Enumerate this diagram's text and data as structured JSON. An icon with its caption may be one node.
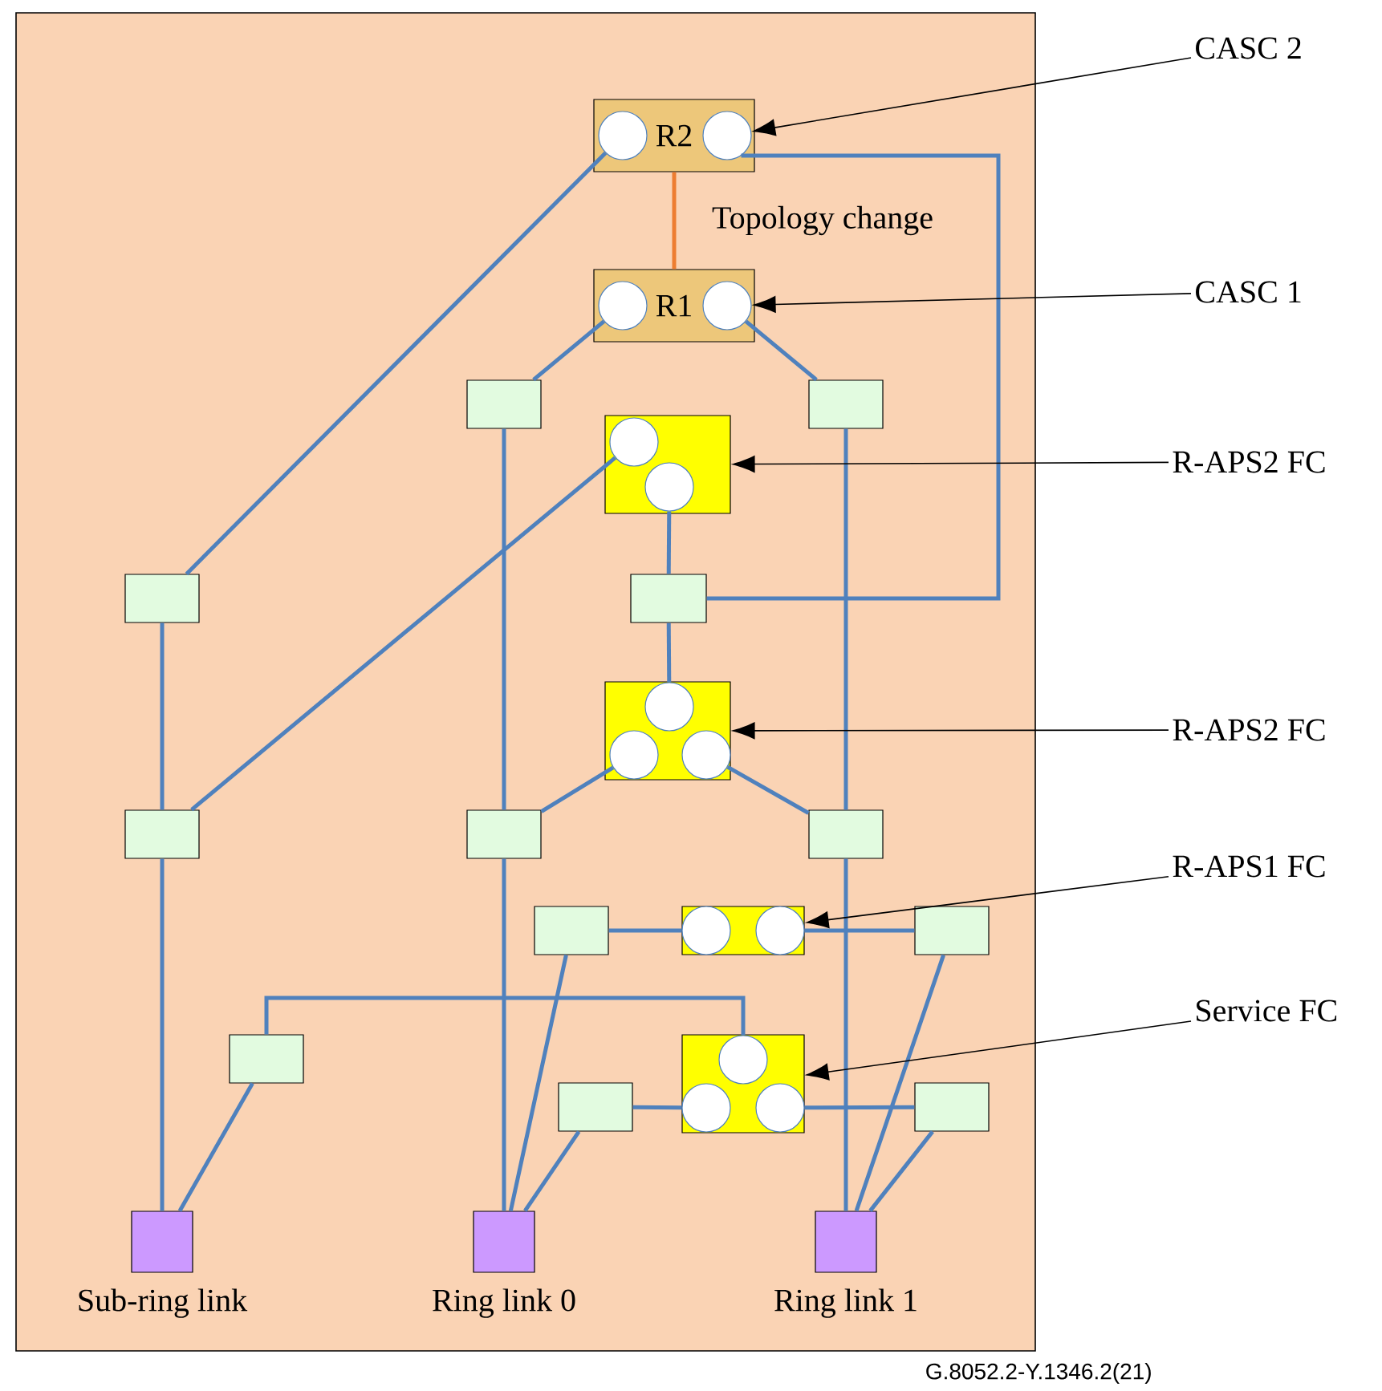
{
  "diagram": {
    "nodes": [
      {
        "text": [
          "R2"
        ]
      },
      {
        "text": [],
        "shape": "circle",
        "in": 0
      },
      {
        "text": [],
        "shape": "circle",
        "in": 0
      },
      {
        "text": [
          "R1"
        ]
      },
      {
        "text": [],
        "shape": "circle",
        "in": 3
      },
      {
        "text": [],
        "shape": "circle",
        "in": 3
      },
      {
        "text": [],
        "shape": "box"
      },
      {
        "text": [],
        "shape": "box"
      },
      {
        "text": [],
        "shape": "box"
      },
      {
        "text": [],
        "shape": "circle",
        "in": 8
      },
      {
        "text": [],
        "shape": "circle",
        "in": 8
      },
      {
        "text": [],
        "shape": "box"
      },
      {
        "text": [],
        "shape": "box"
      },
      {
        "text": [],
        "shape": "box"
      },
      {
        "text": [],
        "shape": "circle",
        "in": 13
      },
      {
        "text": [],
        "shape": "circle",
        "in": 13
      },
      {
        "text": [],
        "shape": "circle",
        "in": 13
      },
      {
        "text": [],
        "shape": "box"
      },
      {
        "text": [],
        "shape": "box"
      },
      {
        "text": [],
        "shape": "box"
      },
      {
        "text": [],
        "shape": "box"
      },
      {
        "text": [],
        "shape": "box"
      },
      {
        "text": [],
        "shape": "circle",
        "in": 21
      },
      {
        "text": [],
        "shape": "circle",
        "in": 21
      },
      {
        "text": [],
        "shape": "box"
      },
      {
        "text": [],
        "shape": "box"
      },
      {
        "text": [],
        "shape": "box"
      },
      {
        "text": [],
        "shape": "circle",
        "in": 26
      },
      {
        "text": [],
        "shape": "circle",
        "in": 26
      },
      {
        "text": [],
        "shape": "circle",
        "in": 26
      },
      {
        "text": [],
        "shape": "box"
      },
      {
        "text": [],
        "shape": "box"
      },
      {
        "text": [],
        "shape": "box",
        "beside": [
          "Sub-ring link"
        ]
      },
      {
        "text": [],
        "shape": "box",
        "beside": [
          "Ring link 0"
        ]
      },
      {
        "text": [],
        "shape": "box",
        "beside": [
          "Ring link 1"
        ]
      },
      {
        "text": [
          "CASC 2"
        ]
      },
      {
        "text": [
          "CASC 1"
        ]
      },
      {
        "text": [
          "R-APS2 FC"
        ]
      },
      {
        "text": [
          "R-APS2 FC"
        ]
      },
      {
        "text": [
          "R-APS1 FC"
        ]
      },
      {
        "text": [
          "Service FC"
        ]
      }
    ],
    "edges": [
      {
        "from": 1,
        "to": 11,
        "arrow": "none"
      },
      {
        "from": 2,
        "to": 12,
        "arrow": "none"
      },
      {
        "from": 0,
        "to": 3,
        "arrow": "none",
        "label": "Topology change",
        "color": "#ed7d31"
      },
      {
        "from": 4,
        "to": 6,
        "arrow": "none"
      },
      {
        "from": 5,
        "to": 7,
        "arrow": "none"
      },
      {
        "from": 6,
        "to": 18,
        "arrow": "none"
      },
      {
        "from": 7,
        "to": 19,
        "arrow": "none"
      },
      {
        "from": 9,
        "to": 17,
        "arrow": "none"
      },
      {
        "from": 10,
        "to": 12,
        "arrow": "none"
      },
      {
        "from": 12,
        "to": 14,
        "arrow": "none"
      },
      {
        "from": 11,
        "to": 17,
        "arrow": "none"
      },
      {
        "from": 17,
        "to": 32,
        "arrow": "none"
      },
      {
        "from": 15,
        "to": 18,
        "arrow": "none"
      },
      {
        "from": 16,
        "to": 19,
        "arrow": "none"
      },
      {
        "from": 18,
        "to": 33,
        "arrow": "none"
      },
      {
        "from": 19,
        "to": 34,
        "arrow": "none"
      },
      {
        "from": 20,
        "to": 22,
        "arrow": "none"
      },
      {
        "from": 23,
        "to": 24,
        "arrow": "none"
      },
      {
        "from": 20,
        "to": 33,
        "arrow": "none"
      },
      {
        "from": 24,
        "to": 34,
        "arrow": "none"
      },
      {
        "from": 25,
        "to": 27,
        "arrow": "none"
      },
      {
        "from": 25,
        "to": 32,
        "arrow": "none"
      },
      {
        "from": 30,
        "to": 28,
        "arrow": "none"
      },
      {
        "from": 29,
        "to": 31,
        "arrow": "none"
      },
      {
        "from": 30,
        "to": 33,
        "arrow": "none"
      },
      {
        "from": 31,
        "to": 34,
        "arrow": "none"
      },
      {
        "from": 35,
        "to": 2,
        "arrow": "to",
        "color": "#000000"
      },
      {
        "from": 36,
        "to": 5,
        "arrow": "to",
        "color": "#000000"
      },
      {
        "from": 37,
        "to": 8,
        "arrow": "to",
        "color": "#000000"
      },
      {
        "from": 38,
        "to": 13,
        "arrow": "to",
        "color": "#000000"
      },
      {
        "from": 39,
        "to": 21,
        "arrow": "to",
        "color": "#000000"
      },
      {
        "from": 40,
        "to": 26,
        "arrow": "to",
        "color": "#000000"
      }
    ],
    "labels": [
      "G.8052.2-Y.1346.2(21)"
    ]
  }
}
